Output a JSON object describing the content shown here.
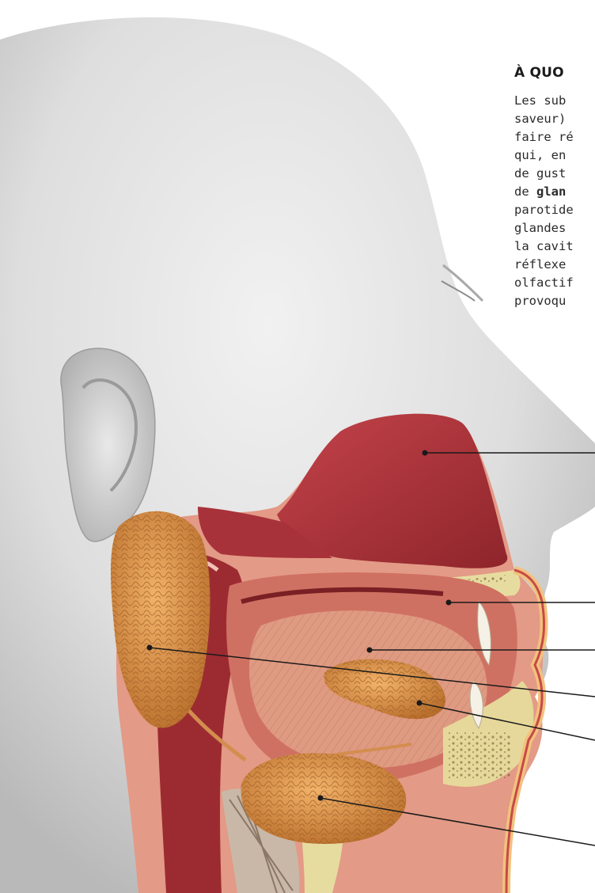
{
  "sidebar_text": {
    "heading": "À QUO",
    "lines": [
      "Les sub",
      "saveur)",
      "faire ré",
      "qui, en",
      "de gust",
      "de glan",
      "parotide",
      "glandes",
      "la cavit",
      "réflexe",
      "olfactif",
      "provoqu"
    ],
    "bold_line_prefix": "de ",
    "bold_line_bold": "glan"
  },
  "colors": {
    "skin": "#dcdcdc",
    "muscle_red": "#b23a3c",
    "cavity_red": "#c7454a",
    "gland_orange": "#d99245",
    "bone_yellow": "#e7dca0",
    "leader_line": "#1a1a1a"
  },
  "labels_visible": 6
}
